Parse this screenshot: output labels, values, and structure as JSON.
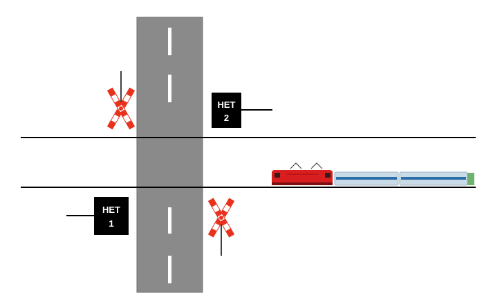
{
  "signs": [
    {
      "line1": "НЕТ",
      "line2": "2"
    },
    {
      "line1": "НЕТ",
      "line2": "1"
    }
  ],
  "colors": {
    "road": "#8a8a8a",
    "road_border": "#6e6e6e",
    "lane_mark": "#ffffff",
    "rail": "#000000",
    "sign_bg": "#000000",
    "cross_red": "#e8321e",
    "locomotive": "#d81e1e",
    "coach": "#c9dbe6",
    "coach_stripe": "#2c6ea8"
  },
  "icons": [
    "railway-crossing-sign-icon",
    "train-icon"
  ]
}
